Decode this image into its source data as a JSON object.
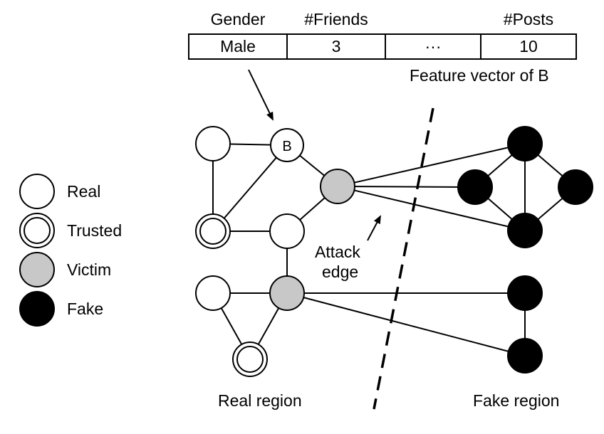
{
  "feature_table": {
    "headers": [
      "Gender",
      "#Friends",
      "",
      "#Posts"
    ],
    "values": [
      "Male",
      "3",
      "···",
      "10"
    ],
    "caption": "Feature vector of B"
  },
  "node_label_b": "B",
  "attack_edge_label": [
    "Attack",
    "edge"
  ],
  "regions": {
    "real": "Real region",
    "fake": "Fake region"
  },
  "legend": [
    {
      "kind": "real",
      "label": "Real"
    },
    {
      "kind": "trusted",
      "label": "Trusted"
    },
    {
      "kind": "victim",
      "label": "Victim"
    },
    {
      "kind": "fake",
      "label": "Fake"
    }
  ],
  "colors": {
    "real": "#ffffff",
    "trusted": "#ffffff",
    "victim": "#c8c8c8",
    "fake": "#000000",
    "stroke": "#000000"
  }
}
